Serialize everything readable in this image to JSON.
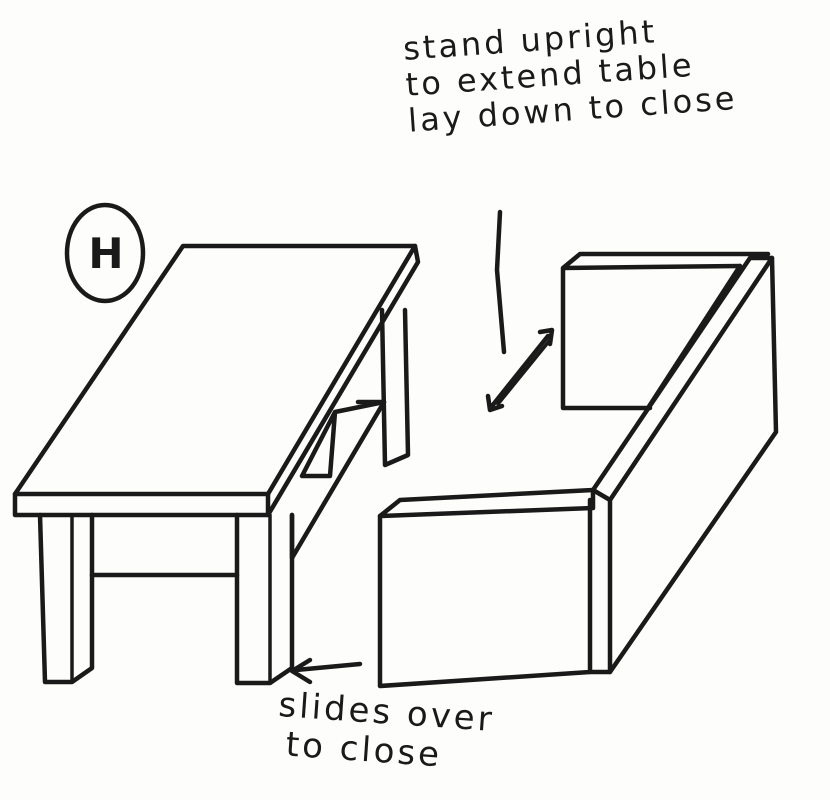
{
  "figure_label": "H",
  "annotations": {
    "upright_note": [
      "stand upright",
      "to extend table",
      "lay down to close"
    ],
    "slide_note": [
      "slides over",
      "to close"
    ]
  },
  "colors": {
    "ink": "#1a1a1a",
    "paper": "#fdfdfb"
  }
}
